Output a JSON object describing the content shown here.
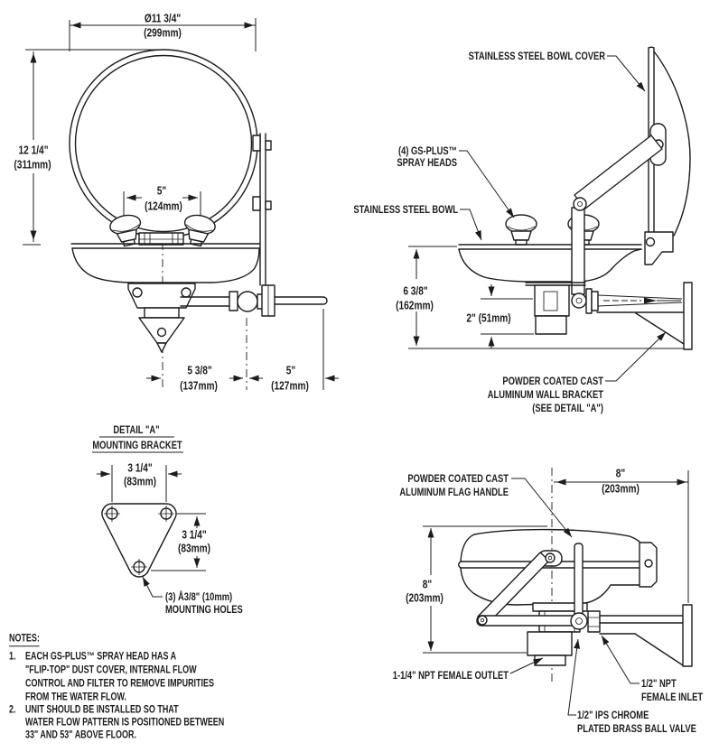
{
  "front_view": {
    "dim_diameter_in": "Ø11 3/4\"",
    "dim_diameter_mm": "(299mm)",
    "dim_height_in": "12 1/4\"",
    "dim_height_mm": "(311mm)",
    "dim_spray_spacing_in": "5\"",
    "dim_spray_spacing_mm": "(124mm)",
    "dim_drain_to_valve_in": "5 3/8\"",
    "dim_drain_to_valve_mm": "(137mm)",
    "dim_valve_to_handle_in": "5\"",
    "dim_valve_to_handle_mm": "(127mm)"
  },
  "side_view_open": {
    "label_bowl_cover": "STAINLESS STEEL BOWL COVER",
    "label_spray_heads_line1": "(4) GS-PLUS™",
    "label_spray_heads_line2": "SPRAY HEADS",
    "label_bowl": "STAINLESS STEEL BOWL",
    "dim_bowl_height_in": "6 3/8\"",
    "dim_bowl_height_mm": "(162mm)",
    "dim_valve_height": "2\" (51mm)",
    "label_wall_bracket_line1": "POWDER COATED CAST",
    "label_wall_bracket_line2": "ALUMINUM WALL BRACKET",
    "label_wall_bracket_line3": "(SEE DETAIL \"A\")"
  },
  "detail_a": {
    "title": "DETAIL \"A\"",
    "subtitle": "MOUNTING BRACKET",
    "dim_width_in": "3 1/4\"",
    "dim_width_mm": "(83mm)",
    "dim_height_in": "3 1/4\"",
    "dim_height_mm": "(83mm)",
    "label_holes_line1": "(3) Å3/8\" (10mm)",
    "label_holes_line2": "MOUNTING HOLES"
  },
  "side_view_closed": {
    "label_flag_handle_line1": "POWDER COATED CAST",
    "label_flag_handle_line2": "ALUMINUM FLAG HANDLE",
    "dim_depth_in": "8\"",
    "dim_depth_mm": "(203mm)",
    "dim_height_in": "8\"",
    "dim_height_mm": "(203mm)",
    "label_outlet": "1-1/4\" NPT FEMALE OUTLET",
    "label_inlet_line1": "1/2\" NPT",
    "label_inlet_line2": "FEMALE INLET",
    "label_valve_line1": "1/2\" IPS CHROME",
    "label_valve_line2": "PLATED BRASS BALL VALVE"
  },
  "notes": {
    "heading": "NOTES:",
    "item1_number": "1.",
    "item1_line1": "EACH GS-PLUS™ SPRAY HEAD HAS A",
    "item1_line2": "\"FLIP-TOP\" DUST COVER, INTERNAL FLOW",
    "item1_line3": "CONTROL AND FILTER TO REMOVE IMPURITIES",
    "item1_line4": "FROM THE WATER FLOW.",
    "item2_number": "2.",
    "item2_line1": "UNIT SHOULD BE INSTALLED SO THAT",
    "item2_line2": "WATER FLOW PATTERN IS POSITIONED BETWEEN",
    "item2_line3": "33\" AND 53\" ABOVE FLOOR."
  },
  "colors": {
    "line": "#1c1c1c",
    "background": "#ffffff"
  }
}
